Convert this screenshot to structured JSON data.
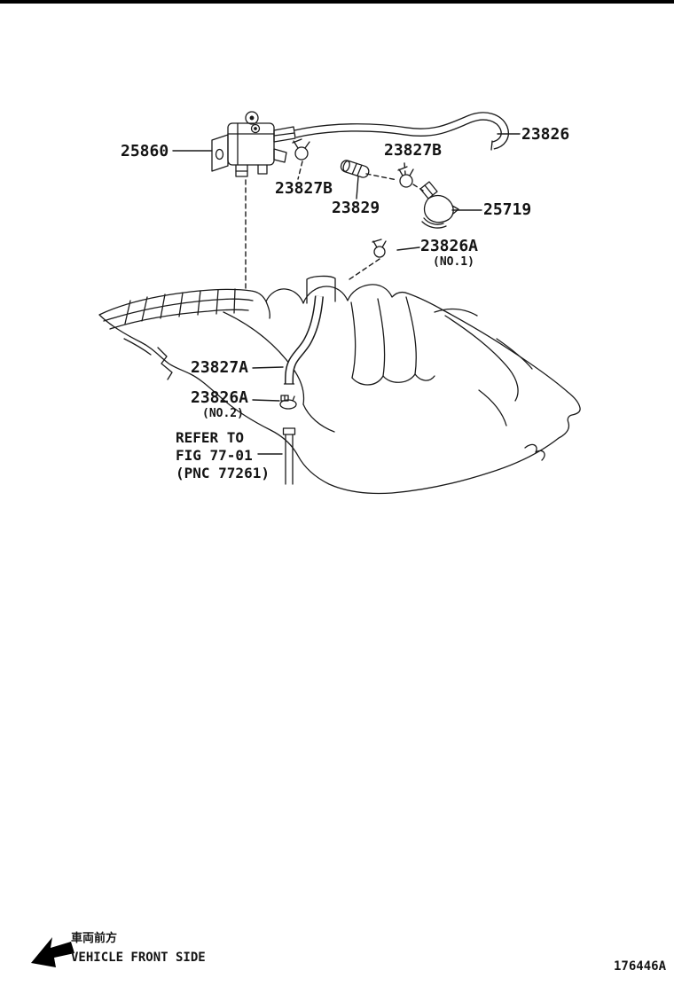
{
  "diagram": {
    "id": "176446A",
    "colors": {
      "line": "#1a1a1a",
      "background": "#ffffff"
    },
    "parts": {
      "p25860": "25860",
      "p23826": "23826",
      "p23827B_top": "23827B",
      "p23827B_left": "23827B",
      "p23829": "23829",
      "p25719": "25719",
      "p23826A_1": "23826A",
      "p23826A_1_note": "(NO.1)",
      "p23827A": "23827A",
      "p23826A_2": "23826A",
      "p23826A_2_note": "(NO.2)",
      "refer_line1": "REFER TO",
      "refer_line2": "FIG 77-01",
      "refer_line3": "(PNC 77261)"
    },
    "footer": {
      "front_side_jp": "車両前方",
      "front_side_en": "VEHICLE FRONT SIDE"
    }
  }
}
